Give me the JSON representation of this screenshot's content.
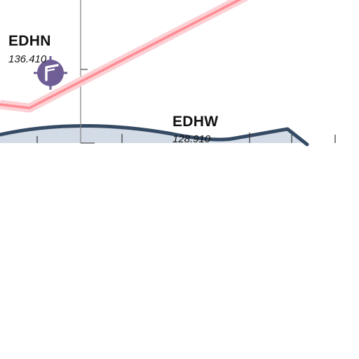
{
  "map": {
    "airports": [
      {
        "icao": "EDHN",
        "frequency": "136.410"
      },
      {
        "icao": "EDHW",
        "frequency": "128.910"
      }
    ],
    "colors": {
      "background": "#ffffff",
      "airspace_fill": "#d3dbe6",
      "airspace_border": "#354a63",
      "route_line": "#ff8c94",
      "route_halo": "#fcd0d4",
      "airport_symbol": "#6f5e96",
      "grid_line": "#888888",
      "tick": "#333333"
    },
    "icons": {
      "airport": "airport-icon"
    }
  }
}
